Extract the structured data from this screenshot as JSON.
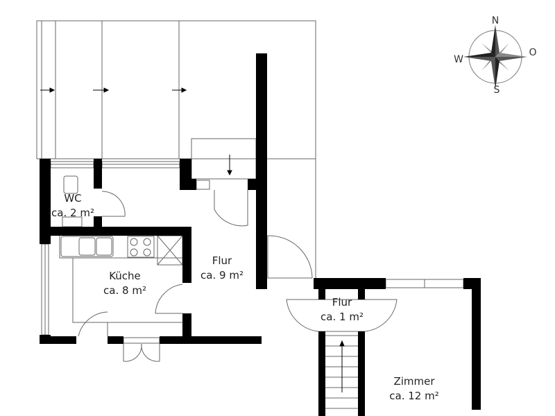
{
  "rooms": [
    {
      "name": "WC",
      "area": "ca. 2 m²"
    },
    {
      "name": "Küche",
      "area": "ca. 8 m²"
    },
    {
      "name": "Flur",
      "area": "ca. 9 m²"
    },
    {
      "name": "Flur",
      "area": "ca. 1 m²"
    },
    {
      "name": "Zimmer",
      "area": "ca. 12 m²"
    }
  ],
  "compass": {
    "north": "N",
    "east": "O",
    "south": "S",
    "west": "W"
  },
  "colors": {
    "wall": "#000000",
    "line": "#555555"
  }
}
